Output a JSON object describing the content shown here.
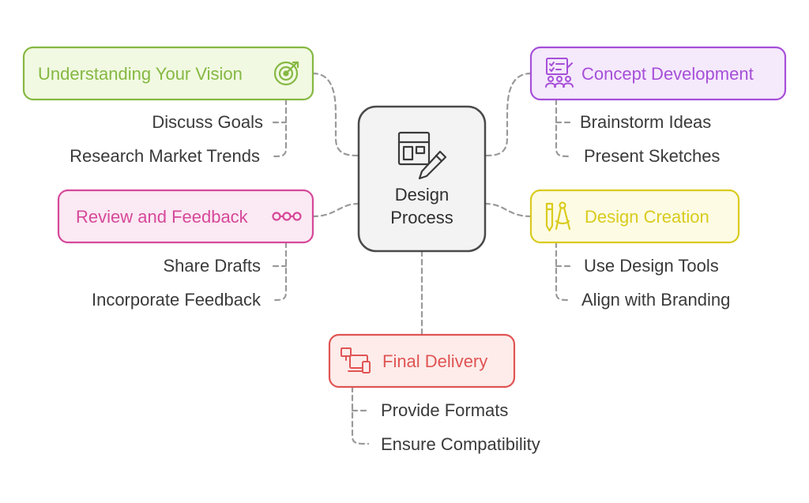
{
  "center": {
    "lines": [
      "Design",
      "Process"
    ],
    "icon": "design-sketch-icon"
  },
  "nodes": {
    "vision": {
      "title": "Understanding Your Vision",
      "icon": "target-icon",
      "color": "#86b842",
      "fill": "#f1f9e2",
      "items": [
        "Discuss Goals",
        "Research Market Trends"
      ]
    },
    "concept": {
      "title": "Concept Development",
      "icon": "team-checklist-icon",
      "color": "#a64fd8",
      "fill": "#f5e9fc",
      "items": [
        "Brainstorm Ideas",
        "Present Sketches"
      ]
    },
    "review": {
      "title": "Review and Feedback",
      "icon": "connected-dots-icon",
      "color": "#d6489a",
      "fill": "#fbe9f3",
      "items": [
        "Share Drafts",
        "Incorporate Feedback"
      ]
    },
    "creation": {
      "title": "Design Creation",
      "icon": "compass-pen-icon",
      "color": "#d9cb1e",
      "fill": "#fdfbe3",
      "items": [
        "Use Design Tools",
        "Align with Branding"
      ]
    },
    "delivery": {
      "title": "Final Delivery",
      "icon": "devices-icon",
      "color": "#e05454",
      "fill": "#fdecea",
      "items": [
        "Provide Formats",
        "Ensure Compatibility"
      ]
    }
  }
}
